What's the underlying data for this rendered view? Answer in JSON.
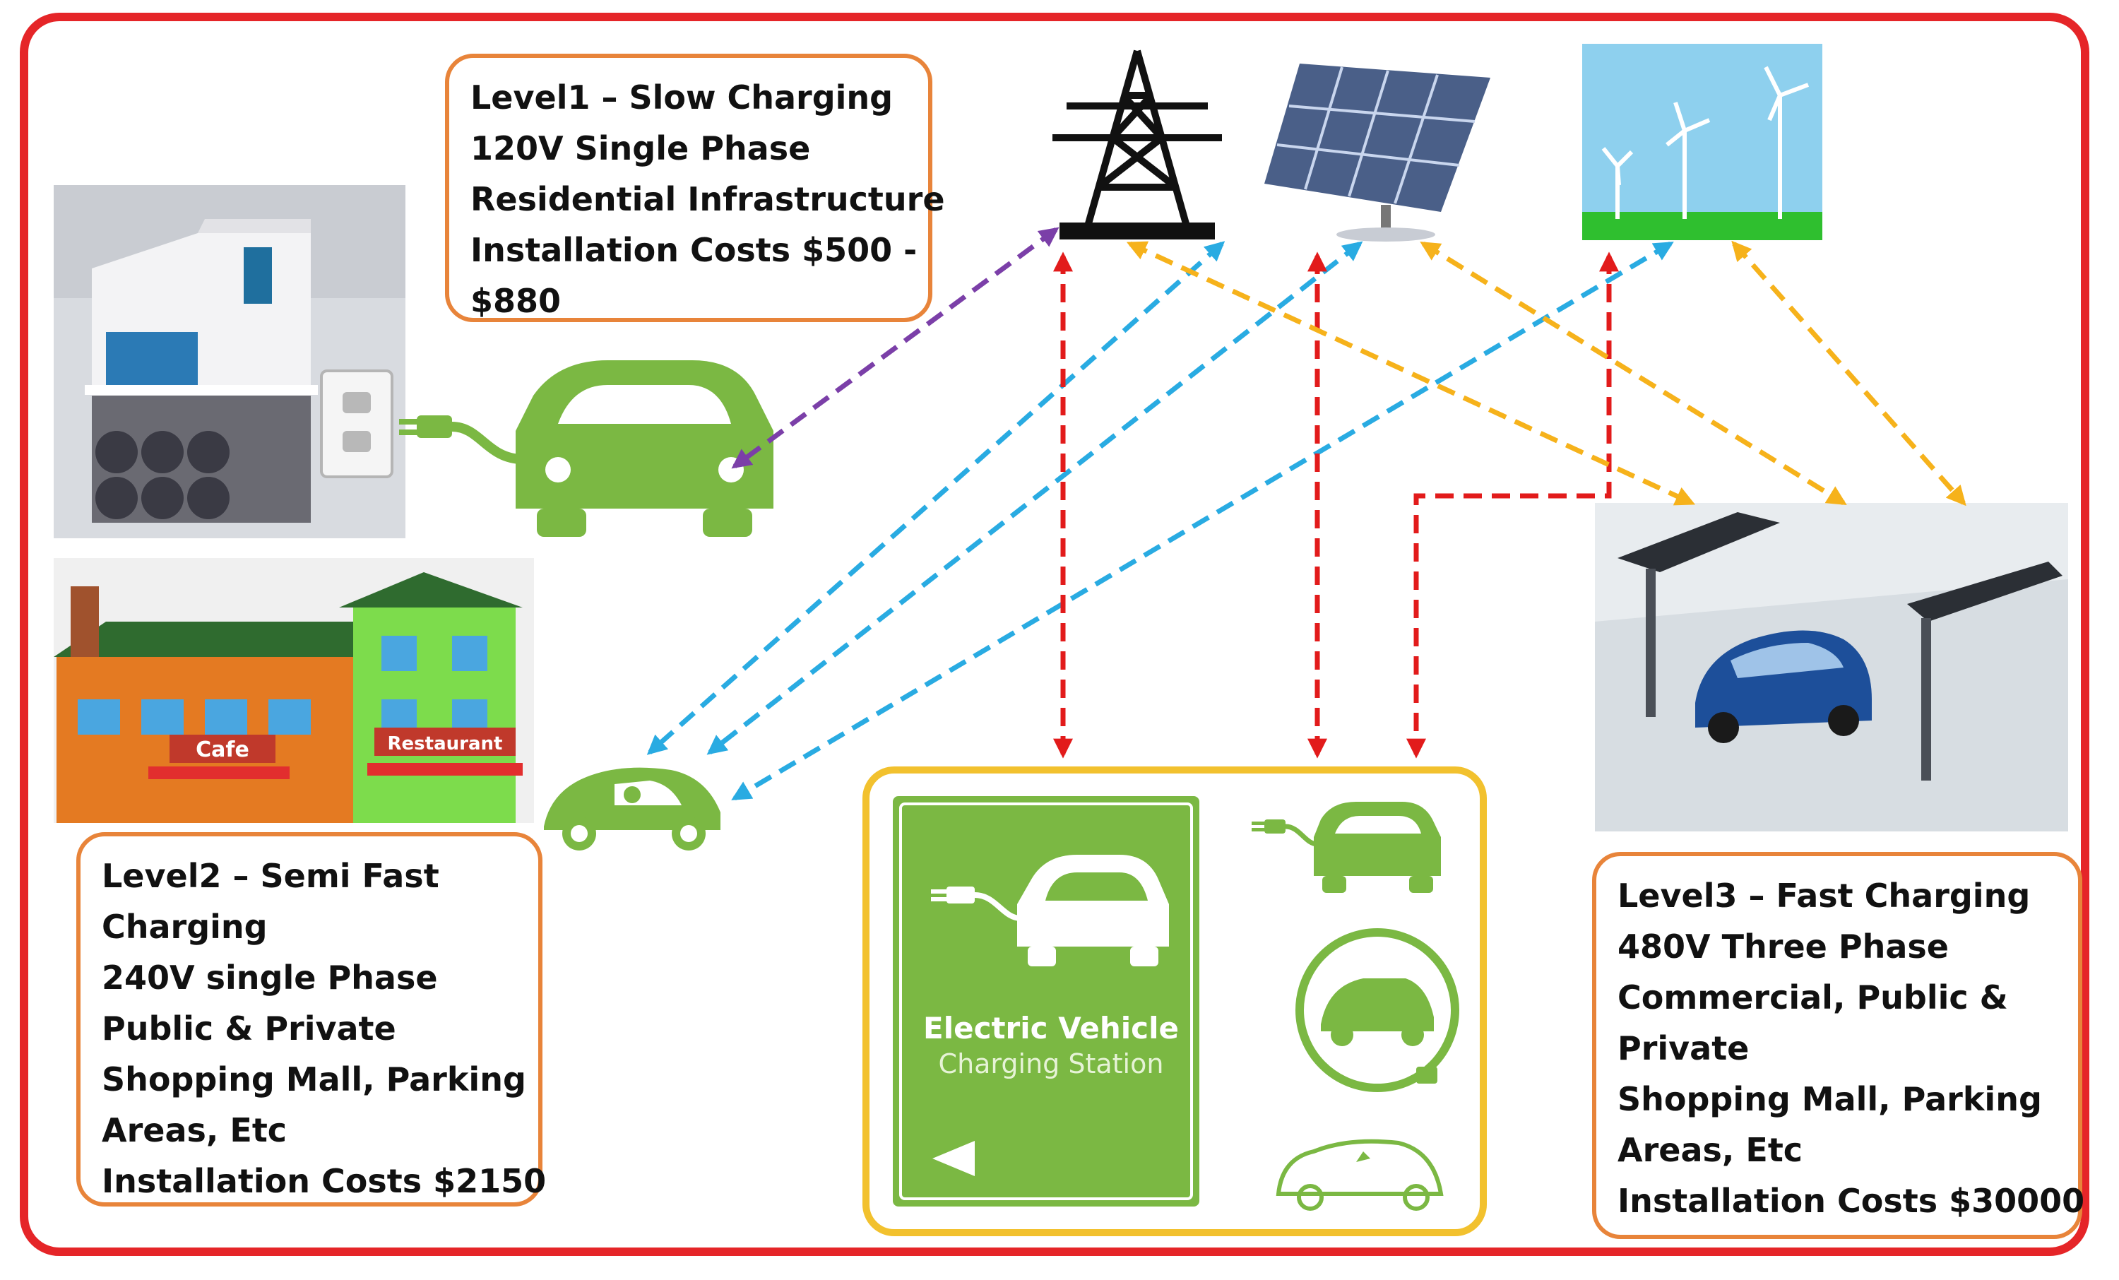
{
  "colors": {
    "frame": "#e52528",
    "box_border": "#e8843a",
    "ev_green": "#7bb843",
    "station_border": "#f2c12e",
    "arrow_grid_home": "#7b3fa8",
    "arrow_solar": "#29abe2",
    "arrow_power": "#e21b1b",
    "arrow_renewable": "#f6b21b"
  },
  "icons": [
    "power-tower-icon",
    "solar-panel-icon",
    "wind-turbine-icon",
    "ev-car-plug-icon",
    "ev-charging-station-icon"
  ],
  "level1": {
    "lines": [
      "Level1 – Slow Charging",
      "120V Single Phase",
      "Residential Infrastructure",
      "Installation Costs $500 -",
      "$880"
    ]
  },
  "level2": {
    "lines": [
      "Level2 – Semi Fast",
      "Charging",
      "240V single Phase",
      "Public & Private",
      "Shopping Mall, Parking",
      "Areas, Etc",
      "Installation Costs $2150"
    ]
  },
  "level3": {
    "lines": [
      "Level3 – Fast Charging",
      "480V Three Phase",
      "Commercial, Public &",
      "Private",
      "Shopping Mall, Parking",
      "Areas, Etc",
      "Installation Costs $30000"
    ]
  },
  "station": {
    "title": "Electric Vehicle",
    "subtitle": "Charging Station"
  },
  "building_signs": {
    "cafe": "Cafe",
    "restaurant": "Restaurant"
  }
}
